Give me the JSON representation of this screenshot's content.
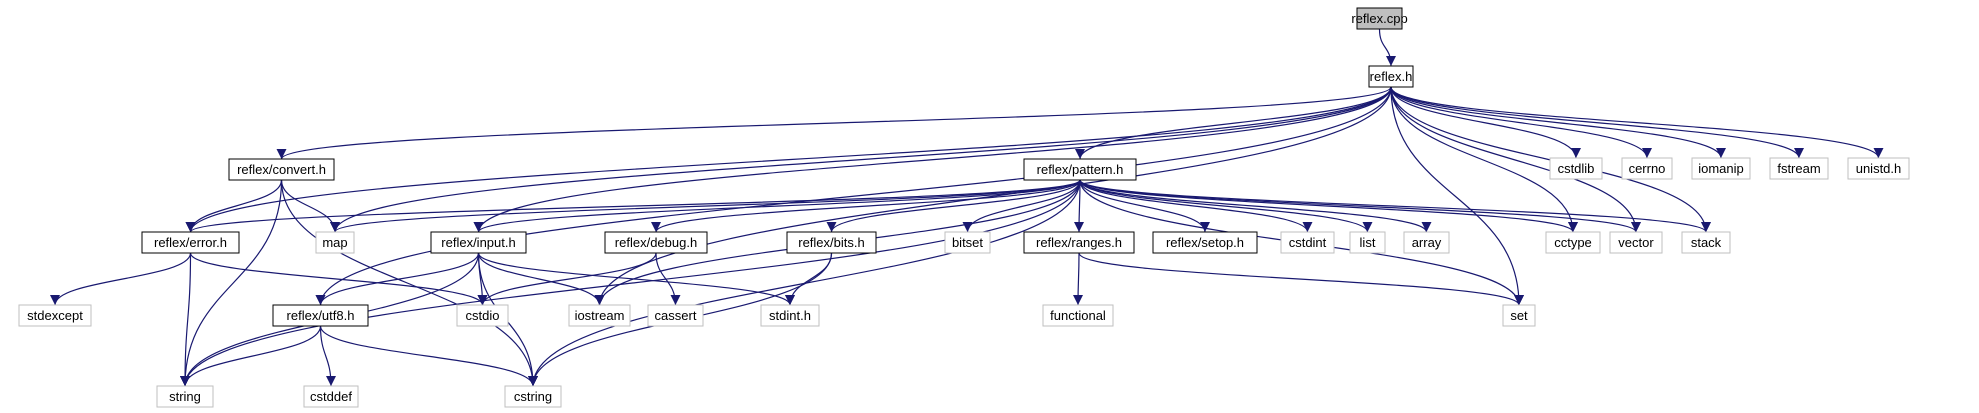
{
  "title": "reflex.cpp",
  "colors": {
    "edge": "#191970",
    "box_border": "#000000",
    "box_border_external": "#bfbfbf",
    "root_fill": "#bfbfbf",
    "text": "#000000",
    "text_external": "#000000"
  },
  "nodes": [
    {
      "id": "reflex_cpp",
      "label": "reflex.cpp",
      "kind": "root"
    },
    {
      "id": "reflex_h",
      "label": "reflex.h",
      "kind": "project"
    },
    {
      "id": "reflex_convert_h",
      "label": "reflex/convert.h",
      "kind": "project"
    },
    {
      "id": "reflex_pattern_h",
      "label": "reflex/pattern.h",
      "kind": "project"
    },
    {
      "id": "cstdlib",
      "label": "cstdlib",
      "kind": "external"
    },
    {
      "id": "cerrno",
      "label": "cerrno",
      "kind": "external"
    },
    {
      "id": "iomanip",
      "label": "iomanip",
      "kind": "external"
    },
    {
      "id": "fstream",
      "label": "fstream",
      "kind": "external"
    },
    {
      "id": "unistd_h",
      "label": "unistd.h",
      "kind": "external"
    },
    {
      "id": "reflex_error_h",
      "label": "reflex/error.h",
      "kind": "project"
    },
    {
      "id": "map",
      "label": "map",
      "kind": "external"
    },
    {
      "id": "reflex_input_h",
      "label": "reflex/input.h",
      "kind": "project"
    },
    {
      "id": "reflex_debug_h",
      "label": "reflex/debug.h",
      "kind": "project"
    },
    {
      "id": "reflex_bits_h",
      "label": "reflex/bits.h",
      "kind": "project"
    },
    {
      "id": "bitset",
      "label": "bitset",
      "kind": "external"
    },
    {
      "id": "reflex_ranges_h",
      "label": "reflex/ranges.h",
      "kind": "project"
    },
    {
      "id": "reflex_setop_h",
      "label": "reflex/setop.h",
      "kind": "project"
    },
    {
      "id": "cstdint",
      "label": "cstdint",
      "kind": "external"
    },
    {
      "id": "list",
      "label": "list",
      "kind": "external"
    },
    {
      "id": "array",
      "label": "array",
      "kind": "external"
    },
    {
      "id": "cctype",
      "label": "cctype",
      "kind": "external"
    },
    {
      "id": "vector",
      "label": "vector",
      "kind": "external"
    },
    {
      "id": "stack",
      "label": "stack",
      "kind": "external"
    },
    {
      "id": "stdexcept",
      "label": "stdexcept",
      "kind": "external"
    },
    {
      "id": "string",
      "label": "string",
      "kind": "external"
    },
    {
      "id": "reflex_utf8_h",
      "label": "reflex/utf8.h",
      "kind": "project"
    },
    {
      "id": "cstdio",
      "label": "cstdio",
      "kind": "external"
    },
    {
      "id": "iostream",
      "label": "iostream",
      "kind": "external"
    },
    {
      "id": "cassert",
      "label": "cassert",
      "kind": "external"
    },
    {
      "id": "stdint_h",
      "label": "stdint.h",
      "kind": "external"
    },
    {
      "id": "functional",
      "label": "functional",
      "kind": "external"
    },
    {
      "id": "set",
      "label": "set",
      "kind": "external"
    },
    {
      "id": "cstddef",
      "label": "cstddef",
      "kind": "external"
    },
    {
      "id": "cstring",
      "label": "cstring",
      "kind": "external"
    }
  ],
  "edges": [
    [
      "reflex_cpp",
      "reflex_h"
    ],
    [
      "reflex_h",
      "reflex_convert_h"
    ],
    [
      "reflex_h",
      "reflex_pattern_h"
    ],
    [
      "reflex_h",
      "cstdlib"
    ],
    [
      "reflex_h",
      "cerrno"
    ],
    [
      "reflex_h",
      "iomanip"
    ],
    [
      "reflex_h",
      "fstream"
    ],
    [
      "reflex_h",
      "unistd_h"
    ],
    [
      "reflex_h",
      "reflex_error_h"
    ],
    [
      "reflex_h",
      "map"
    ],
    [
      "reflex_h",
      "reflex_input_h"
    ],
    [
      "reflex_h",
      "reflex_utf8_h"
    ],
    [
      "reflex_h",
      "iostream"
    ],
    [
      "reflex_h",
      "cctype"
    ],
    [
      "reflex_h",
      "vector"
    ],
    [
      "reflex_h",
      "stack"
    ],
    [
      "reflex_h",
      "set"
    ],
    [
      "reflex_convert_h",
      "reflex_error_h"
    ],
    [
      "reflex_convert_h",
      "map"
    ],
    [
      "reflex_convert_h",
      "string"
    ],
    [
      "reflex_convert_h",
      "cstring"
    ],
    [
      "reflex_pattern_h",
      "reflex_error_h"
    ],
    [
      "reflex_pattern_h",
      "map"
    ],
    [
      "reflex_pattern_h",
      "reflex_input_h"
    ],
    [
      "reflex_pattern_h",
      "reflex_debug_h"
    ],
    [
      "reflex_pattern_h",
      "reflex_bits_h"
    ],
    [
      "reflex_pattern_h",
      "bitset"
    ],
    [
      "reflex_pattern_h",
      "reflex_ranges_h"
    ],
    [
      "reflex_pattern_h",
      "reflex_setop_h"
    ],
    [
      "reflex_pattern_h",
      "cstdint"
    ],
    [
      "reflex_pattern_h",
      "list"
    ],
    [
      "reflex_pattern_h",
      "array"
    ],
    [
      "reflex_pattern_h",
      "cctype"
    ],
    [
      "reflex_pattern_h",
      "vector"
    ],
    [
      "reflex_pattern_h",
      "stack"
    ],
    [
      "reflex_pattern_h",
      "string"
    ],
    [
      "reflex_pattern_h",
      "iostream"
    ],
    [
      "reflex_pattern_h",
      "cstring"
    ],
    [
      "reflex_pattern_h",
      "set"
    ],
    [
      "reflex_error_h",
      "stdexcept"
    ],
    [
      "reflex_error_h",
      "string"
    ],
    [
      "reflex_error_h",
      "cstdio"
    ],
    [
      "reflex_input_h",
      "reflex_utf8_h"
    ],
    [
      "reflex_input_h",
      "string"
    ],
    [
      "reflex_input_h",
      "cstdio"
    ],
    [
      "reflex_input_h",
      "iostream"
    ],
    [
      "reflex_input_h",
      "cstring"
    ],
    [
      "reflex_input_h",
      "stdint_h"
    ],
    [
      "reflex_debug_h",
      "cstdio"
    ],
    [
      "reflex_debug_h",
      "cassert"
    ],
    [
      "reflex_bits_h",
      "stdint_h"
    ],
    [
      "reflex_bits_h",
      "cstring"
    ],
    [
      "reflex_ranges_h",
      "functional"
    ],
    [
      "reflex_ranges_h",
      "set"
    ],
    [
      "reflex_utf8_h",
      "string"
    ],
    [
      "reflex_utf8_h",
      "cstddef"
    ],
    [
      "reflex_utf8_h",
      "cstring"
    ]
  ]
}
